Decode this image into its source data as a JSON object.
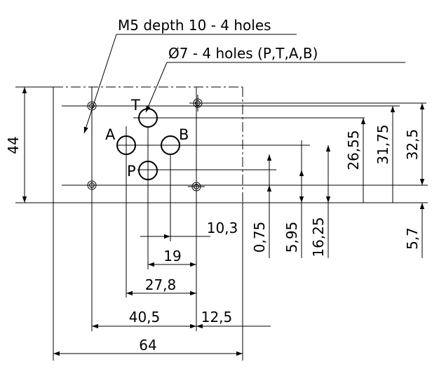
{
  "callouts": {
    "tapped_holes": "M5 depth 10 - 4 holes",
    "port_holes": "Ø7 - 4 holes (P,T,A,B)"
  },
  "ports": {
    "t": "T",
    "a": "A",
    "b": "B",
    "p": "P"
  },
  "dimensions": {
    "height_total": "44",
    "d_26_55": "26,55",
    "d_31_75": "31,75",
    "d_32_5": "32,5",
    "d_0_75": "0,75",
    "d_5_95": "5,95",
    "d_16_25": "16,25",
    "d_5_7": "5,7",
    "d_10_3": "10,3",
    "d_19": "19",
    "d_27_8": "27,8",
    "d_40_5": "40,5",
    "d_12_5": "12,5",
    "d_64": "64"
  }
}
